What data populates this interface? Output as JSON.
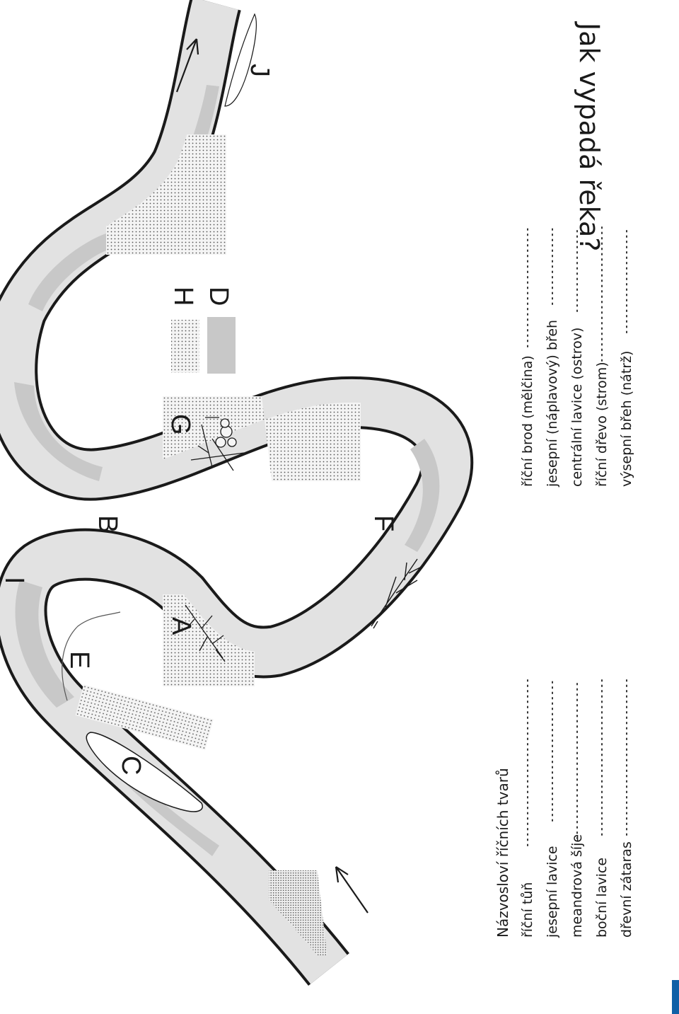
{
  "title": "Jak vypadá řeka?",
  "labels": {
    "A": "A",
    "B": "B",
    "C": "C",
    "D": "D",
    "E": "E",
    "F": "F",
    "G": "G",
    "H": "H",
    "I": "I",
    "J": "J"
  },
  "glossary": {
    "heading": "Názvosloví říčních tvarů",
    "left_items": [
      "říční tůň",
      "jesepní lavice",
      "meandrová šíje",
      "boční lavice",
      "dřevní zátaras"
    ],
    "right_items": [
      "říční brod (mělčina)",
      "jesepní (náplavový) břeh",
      "centrální lavice (ostrov)",
      "říční dřevo (strom)",
      "výsepní břeh (nátrž)"
    ]
  },
  "colors": {
    "ink": "#1a1a1a",
    "water_light": "#e2e2e2",
    "water_medium": "#c8c8c8",
    "dots": "#555555",
    "accent_bar": "#0f5fa6"
  },
  "icons": [
    "flow-arrow-icon",
    "tree-icon",
    "log-jam-icon"
  ]
}
